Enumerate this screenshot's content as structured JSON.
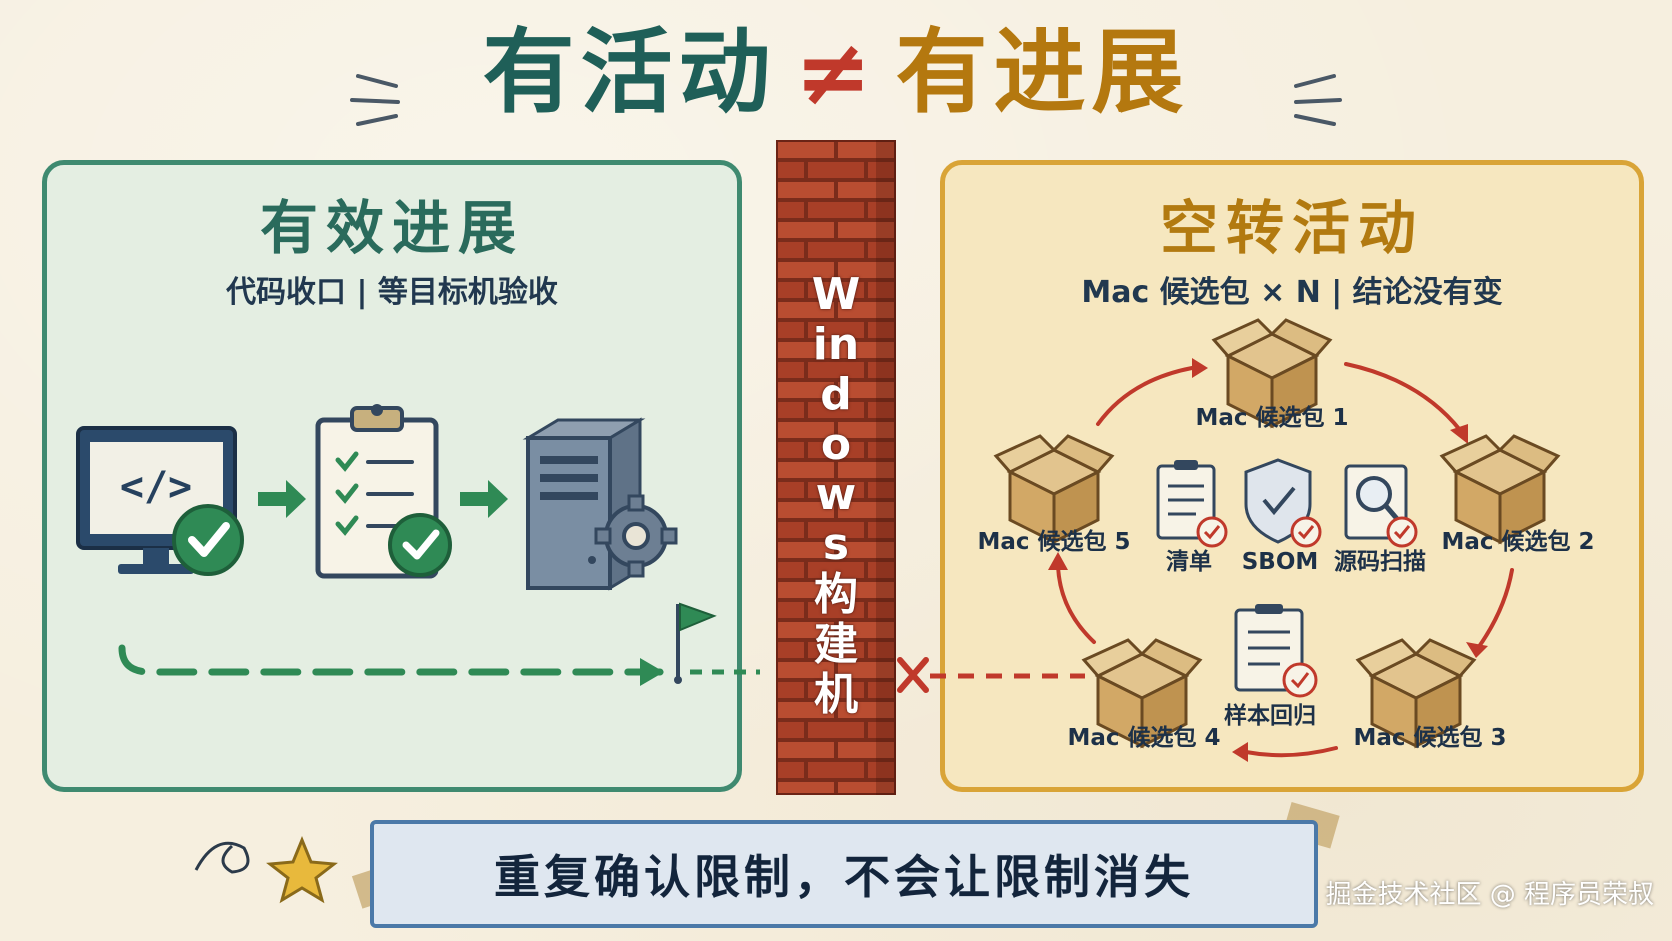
{
  "title": {
    "left": "有活动",
    "neq": "≠",
    "right": "有进展"
  },
  "left_panel": {
    "title": "有效进展",
    "subtitle": "代码收口 | 等目标机验收"
  },
  "wall": {
    "label": "Windows构建机"
  },
  "right_panel": {
    "title": "空转活动",
    "subtitle": "Mac 候选包 × N | 结论没有变",
    "packages": [
      "Mac 候选包 1",
      "Mac 候选包 2",
      "Mac 候选包 3",
      "Mac 候选包 4",
      "Mac 候选包 5"
    ],
    "checks": [
      "清单",
      "SBOM",
      "源码扫描",
      "样本回归"
    ]
  },
  "banner": {
    "text": "重复确认限制，不会让限制消失"
  },
  "watermark": "掘金技术社区 @ 程序员荣叔",
  "colors": {
    "teal": "#1f5f58",
    "green_check": "#2f8a55",
    "red": "#c0392b",
    "amber": "#b4780f",
    "brick": "#b0452c",
    "box": "#d7b57c"
  },
  "icons": [
    "monitor-code-icon",
    "check-badge-icon",
    "arrow-right-icon",
    "clipboard-checklist-icon",
    "server-gear-icon",
    "flag-icon",
    "brick-wall-icon",
    "cardboard-box-icon",
    "shield-check-icon",
    "magnifier-icon",
    "x-mark-icon",
    "star-icon"
  ]
}
